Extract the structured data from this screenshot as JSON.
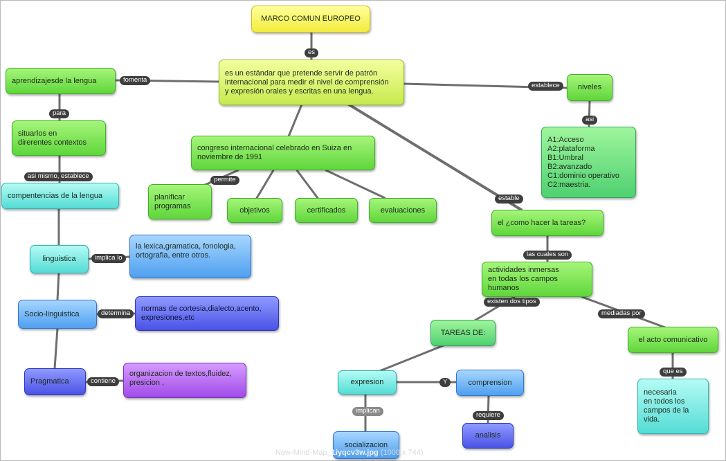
{
  "nodes": {
    "marco": "MARCO COMUN EUROPEO",
    "estandar": "es un estándar que pretende servir de patrón\ninternacional para medir el nivel de comprensión\ny expresión orales y escritas en una lengua.",
    "aprendizajes": "aprendizajesde la lengua",
    "situarlos": "situarlos en\ndirerentes contextos",
    "competencias": "compentencias de la lengua",
    "linguistica": "linguistica",
    "lexica": "la lexica,gramatica, fonologia,\nortografia, entre otros.",
    "socio": "Socio-linguistica",
    "normas": "normas de cortesia,dialecto,acento,\nexpresiones,etc",
    "pragmatica": "Pragmatica",
    "organizacion": "organizacion de textos,fluidez,\npresicion ,",
    "congreso": "congreso internacional celebrado en Suiza en\nnoviembre de 1991",
    "planificar": "planificar\nprogramas",
    "objetivos": "objetivos",
    "certificados": "certificados",
    "evaluaciones": "evaluaciones",
    "niveles": "niveles",
    "a1": "A1:Acceso\nA2:plataforma\nB1:Umbral\nB2:avanzado\nC1:dominio operativo\nC2:maestria.",
    "como": "el ¿como hacer la tareas?",
    "actividades": "actividades inmersas\nen todas los campos humanos",
    "tareas": "TAREAS DE:",
    "expresion": "expresion",
    "comprension": "comprension",
    "socializacion": "socializacion",
    "analisis": "analisis",
    "acto": "el acto comunicativo",
    "necesaria": "necesaria\nen todos los\ncampos de la\nvida."
  },
  "labels": {
    "es": "es",
    "fomenta": "fomenta",
    "para": "para",
    "asi_mismo": "asi mismo, establece",
    "implica_lo": "implica lo",
    "determina": "determina",
    "contiene": "contiene",
    "permite": "permite",
    "establece": "establece",
    "asi": "asi",
    "estable": "estable",
    "las_cuales": "las cuales son",
    "existen": "existen dos tipos",
    "mediadas": "mediadas por",
    "y": "Y",
    "implican": "implican",
    "requiere": "requiere",
    "que_es": "que es"
  },
  "caption": {
    "prefix": "New-Mind-Map_",
    "name": "1iyqcv3w.jpg",
    "suffix": " (1000 x 744)"
  },
  "colors": {
    "connector": "#666666"
  }
}
